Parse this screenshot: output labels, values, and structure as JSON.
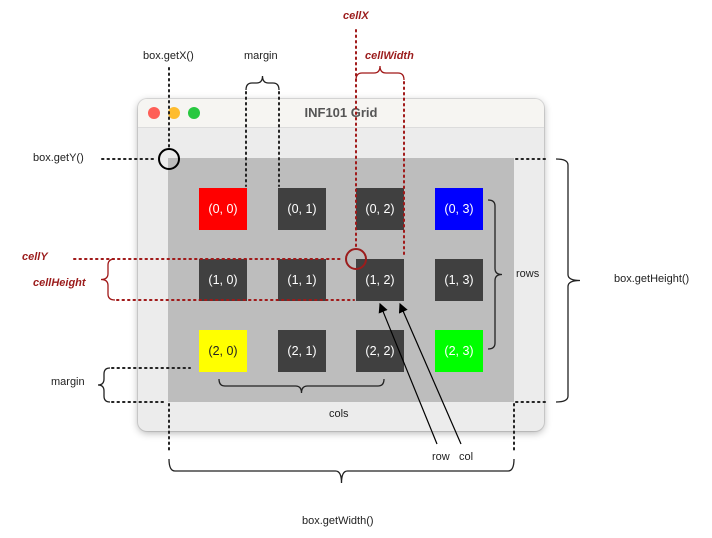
{
  "window": {
    "title": "INF101 Grid",
    "colors": {
      "titlebar": "#f6f5f2",
      "background": "#ececec",
      "grid": "#bdbdbd"
    }
  },
  "cells": [
    {
      "label": "(0, 0)",
      "color": "#ff0000",
      "text_color": "#ffffff"
    },
    {
      "label": "(0, 1)",
      "color": "#404040",
      "text_color": "#ffffff"
    },
    {
      "label": "(0, 2)",
      "color": "#404040",
      "text_color": "#ffffff"
    },
    {
      "label": "(0, 3)",
      "color": "#0000ff",
      "text_color": "#ffffff"
    },
    {
      "label": "(1, 0)",
      "color": "#404040",
      "text_color": "#ffffff"
    },
    {
      "label": "(1, 1)",
      "color": "#404040",
      "text_color": "#ffffff"
    },
    {
      "label": "(1, 2)",
      "color": "#404040",
      "text_color": "#ffffff"
    },
    {
      "label": "(1, 3)",
      "color": "#404040",
      "text_color": "#ffffff"
    },
    {
      "label": "(2, 0)",
      "color": "#ffff00",
      "text_color": "#222222"
    },
    {
      "label": "(2, 1)",
      "color": "#404040",
      "text_color": "#ffffff"
    },
    {
      "label": "(2, 2)",
      "color": "#404040",
      "text_color": "#ffffff"
    },
    {
      "label": "(2, 3)",
      "color": "#00ff00",
      "text_color": "#ffffff"
    }
  ],
  "annotations": {
    "cell_x": "cellX",
    "cell_width": "cellWidth",
    "cell_y": "cellY",
    "cell_height": "cellHeight",
    "box_get_x": "box.getX()",
    "box_get_y": "box.getY()",
    "margin_top": "margin",
    "margin_left": "margin",
    "rows": "rows",
    "cols": "cols",
    "row": "row",
    "col": "col",
    "box_get_height": "box.getHeight()",
    "box_get_width": "box.getWidth()",
    "colors": {
      "red_label": "#9b1c1c",
      "dotted_black": "#222222",
      "dotted_red": "#a01818"
    }
  }
}
